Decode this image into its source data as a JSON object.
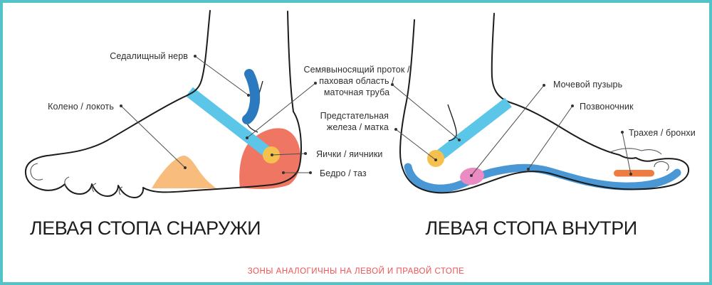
{
  "colors": {
    "border_teal": "#54c3c8",
    "cyan_stripe": "#5cc6e8",
    "dark_blue": "#2b7ac0",
    "salmon": "#ef7663",
    "yellow": "#f6c04e",
    "tan": "#f8bd7d",
    "blue_band": "#4a97d6",
    "pink": "#ea8cc3",
    "orange": "#ee7b40",
    "note_red": "#ee5351",
    "outline": "#1c1c1c",
    "leader": "#4d4d4d"
  },
  "left_foot": {
    "title": "ЛЕВАЯ СТОПА СНАРУЖИ",
    "labels": {
      "sciatic_nerve": "Седалищный нерв",
      "knee_elbow": "Колено / локоть",
      "testicles_ovaries": "Яички / яичники",
      "hip_pelvis": "Бедро / таз"
    }
  },
  "shared_labels": {
    "vas_deferens": {
      "line1": "Семявыносящий проток /",
      "line2": "паховая область /",
      "line3": "маточная труба"
    },
    "prostate_uterus": {
      "line1": "Предстательная",
      "line2": "железа / матка"
    }
  },
  "right_foot": {
    "title": "ЛЕВАЯ СТОПА ВНУТРИ",
    "labels": {
      "bladder": "Мочевой пузырь",
      "spine": "Позвоночник",
      "trachea_bronchi": "Трахея / бронхи"
    }
  },
  "footer": {
    "note": "ЗОНЫ АНАЛОГИЧНЫ НА ЛЕВОЙ И ПРАВОЙ СТОПЕ"
  }
}
